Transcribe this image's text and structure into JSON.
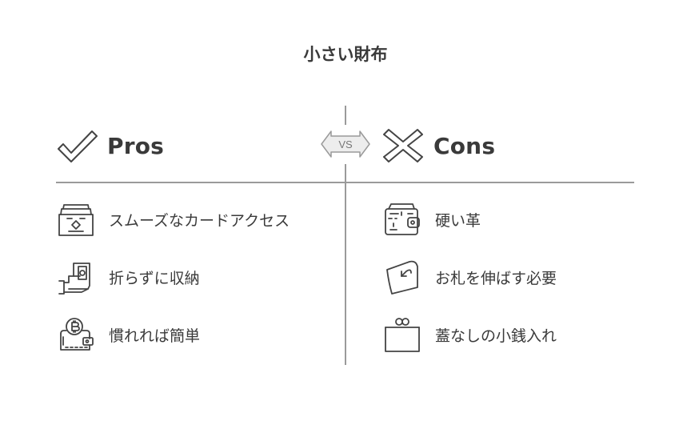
{
  "title": "小さい財布",
  "vs_label": "VS",
  "pros": {
    "heading": "Pros",
    "items": [
      {
        "label": "スムーズなカードアクセス",
        "icon": "card-holder-icon"
      },
      {
        "label": "折らずに収納",
        "icon": "hand-cash-icon"
      },
      {
        "label": "慣れれば簡単",
        "icon": "bitcoin-wallet-icon"
      }
    ]
  },
  "cons": {
    "heading": "Cons",
    "items": [
      {
        "label": "硬い革",
        "icon": "leather-wallet-icon"
      },
      {
        "label": "お札を伸ばす必要",
        "icon": "curled-bill-icon"
      },
      {
        "label": "蓋なしの小銭入れ",
        "icon": "open-coin-purse-icon"
      }
    ]
  },
  "colors": {
    "text": "#3a3a3a",
    "line": "#9a9a9a",
    "icon_stroke": "#444444",
    "vs_fill": "#ededed"
  }
}
